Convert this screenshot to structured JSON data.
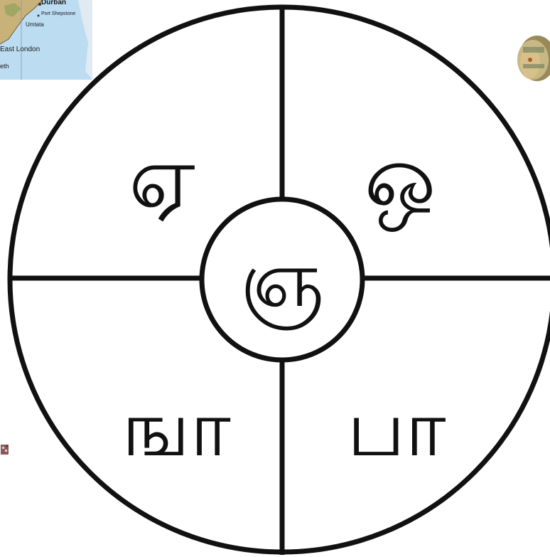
{
  "map": {
    "labels": [
      "Durban",
      "Port Shepstone",
      "Umtata",
      "East London",
      "eth"
    ]
  },
  "wheel": {
    "center_letter": "ஞ",
    "top_left_letter": "ஏ",
    "top_right_letter": "ஒ",
    "bottom_left_letter": "ஙா",
    "bottom_right_letter": "பா"
  },
  "colors": {
    "stroke": "#111111",
    "map_water": "#bcdcf2",
    "map_land": "#c9b27a"
  },
  "icons": {
    "top_right": "bound-scroll-icon",
    "bottom_left": "small-ornament-icon"
  }
}
